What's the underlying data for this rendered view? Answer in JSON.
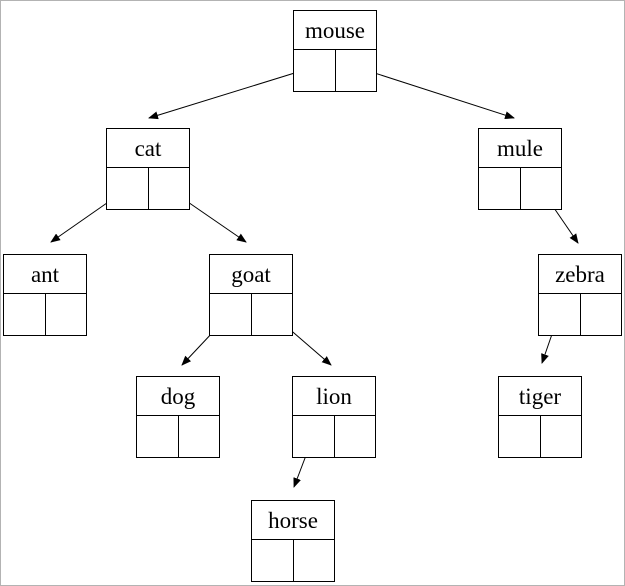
{
  "nodes": [
    {
      "id": "mouse",
      "label": "mouse",
      "left_child": "cat",
      "right_child": "mule"
    },
    {
      "id": "cat",
      "label": "cat",
      "left_child": "ant",
      "right_child": "goat"
    },
    {
      "id": "mule",
      "label": "mule",
      "left_child": null,
      "right_child": "zebra"
    },
    {
      "id": "ant",
      "label": "ant",
      "left_child": null,
      "right_child": null
    },
    {
      "id": "goat",
      "label": "goat",
      "left_child": "dog",
      "right_child": "lion"
    },
    {
      "id": "zebra",
      "label": "zebra",
      "left_child": "tiger",
      "right_child": null
    },
    {
      "id": "dog",
      "label": "dog",
      "left_child": null,
      "right_child": null
    },
    {
      "id": "lion",
      "label": "lion",
      "left_child": "horse",
      "right_child": null
    },
    {
      "id": "tiger",
      "label": "tiger",
      "left_child": null,
      "right_child": null
    },
    {
      "id": "horse",
      "label": "horse",
      "left_child": null,
      "right_child": null
    }
  ],
  "edges": [
    {
      "from": "mouse",
      "from_cell": "left",
      "to": "cat"
    },
    {
      "from": "mouse",
      "from_cell": "right",
      "to": "mule"
    },
    {
      "from": "cat",
      "from_cell": "left",
      "to": "ant"
    },
    {
      "from": "cat",
      "from_cell": "right",
      "to": "goat"
    },
    {
      "from": "mule",
      "from_cell": "right",
      "to": "zebra"
    },
    {
      "from": "goat",
      "from_cell": "left",
      "to": "dog"
    },
    {
      "from": "goat",
      "from_cell": "right",
      "to": "lion"
    },
    {
      "from": "zebra",
      "from_cell": "left",
      "to": "tiger"
    },
    {
      "from": "lion",
      "from_cell": "left",
      "to": "horse"
    }
  ],
  "colors": {
    "line": "#000000",
    "text": "#000000",
    "background": "#ffffff",
    "frame": "#b3b3b3"
  }
}
